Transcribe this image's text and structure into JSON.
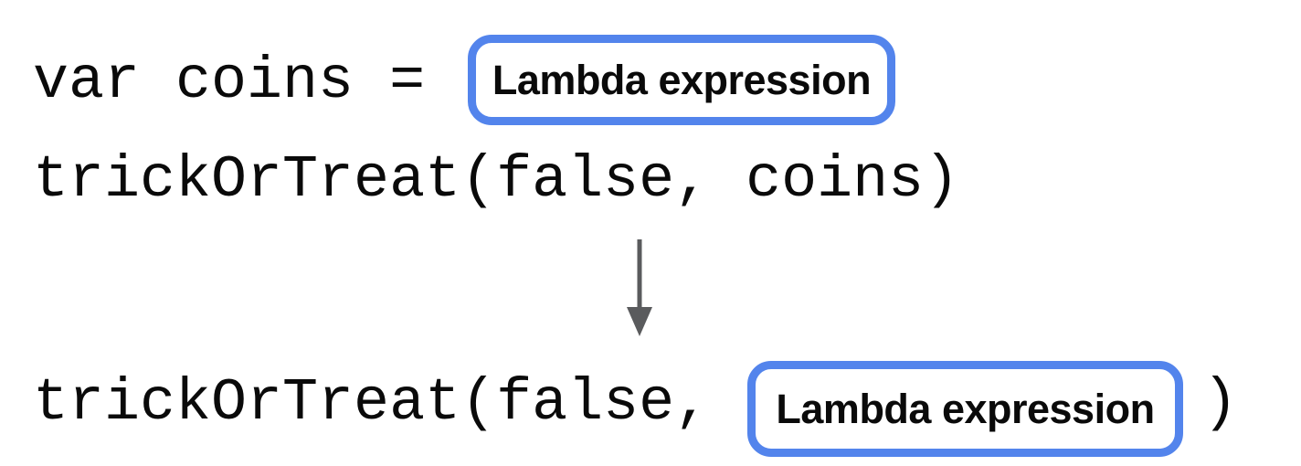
{
  "colors": {
    "accent_blue": "#5384EC",
    "arrow_gray": "#5A5B5D",
    "code_black": "#0A0A0A"
  },
  "code": {
    "line1": "var coins =",
    "line2": "trickOrTreat(false, coins)",
    "line3_prefix": "trickOrTreat(false,",
    "line3_suffix": ")"
  },
  "boxes": {
    "box1_label": "Lambda expression",
    "box2_label": "Lambda expression"
  },
  "arrow": {
    "icon": "arrow-down",
    "direction": "down"
  }
}
